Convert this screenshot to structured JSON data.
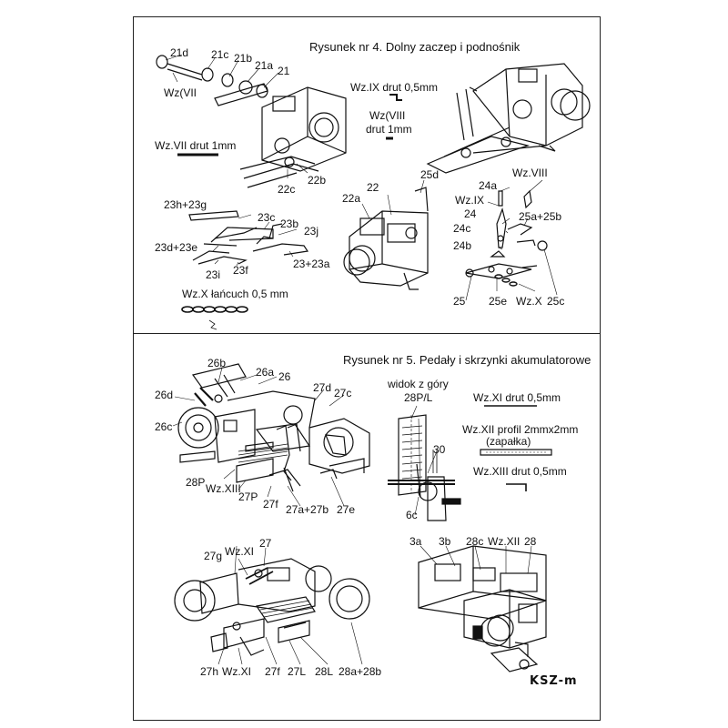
{
  "fig4": {
    "title": "Rysunek nr 4. Dolny zaczep i podnośnik",
    "labels": {
      "l21d": "21d",
      "l21c": "21c",
      "l21b": "21b",
      "l21a": "21a",
      "l21": "21",
      "wzvii": "Wz(VII",
      "wzvii_wire": "Wz.VII drut 1mm",
      "l22c": "22c",
      "l22b": "22b",
      "wzix_wire": "Wz.IX drut 0,5mm",
      "wzviii_a": "Wz(VIII",
      "wzviii_b": "drut 1mm",
      "l23h23g": "23h+23g",
      "l23c": "23c",
      "l23b": "23b",
      "l23j": "23j",
      "l23d23e": "23d+23e",
      "l23i": "23i",
      "l23f": "23f",
      "l23_23a": "23+23a",
      "wzx_chain": "Wz.X łańcuch 0,5 mm",
      "l22a": "22a",
      "l22": "22",
      "l25d": "25d",
      "l24a": "24a",
      "wzix": "Wz.IX",
      "l24": "24",
      "l24c": "24c",
      "l24b": "24b",
      "wzviii": "Wz.VIII",
      "l25a25b": "25a+25b",
      "l25": "25",
      "l25e": "25e",
      "wzx": "Wz.X",
      "l25c": "25c"
    }
  },
  "fig5": {
    "title": "Rysunek nr 5. Pedały i skrzynki akumulatorowe",
    "labels": {
      "l26b": "26b",
      "l26a": "26a",
      "l26": "26",
      "l26d": "26d",
      "l26c": "26c",
      "l27d": "27d",
      "l27c": "27c",
      "widok1": "widok z góry",
      "widok2": "28P/L",
      "wzxi_wire": "Wz.XI drut 0,5mm",
      "wzxii_a": "Wz.XII profil 2mmx2mm",
      "wzxii_b": "(zapałka)",
      "wzxiii_wire": "Wz.XIII drut 0,5mm",
      "l30": "30",
      "l28p": "28P",
      "wzxiii": "Wz.XIII",
      "l27p": "27P",
      "l27f": "27f",
      "l27a27b": "27a+27b",
      "l27e": "27e",
      "l6c": "6c",
      "l27g": "27g",
      "wzxi": "Wz.XI",
      "l27": "27",
      "l3a": "3a",
      "l3b": "3b",
      "l28c": "28c",
      "wzxii": "Wz.XII",
      "l28": "28",
      "l27h": "27h",
      "wzxi_b": "Wz.XI",
      "l27f_b": "27f",
      "l27l": "27L",
      "l28l": "28L",
      "l28a28b": "28a+28b"
    }
  },
  "brand": "KSZ-m",
  "colors": {
    "watermark": "#f2c7c7",
    "ink": "#111111"
  }
}
